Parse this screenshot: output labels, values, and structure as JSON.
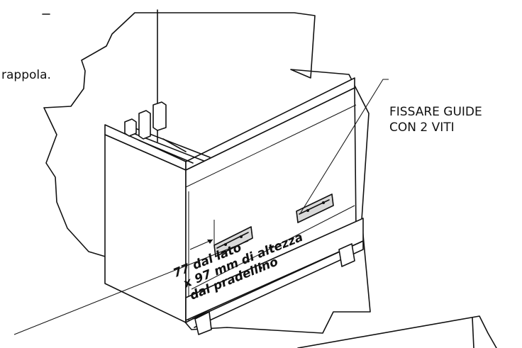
{
  "labels": {
    "top_left_fragment": "rappola.",
    "callout_right": [
      "FISSARE GUIDE",
      "CON 2 VITI"
    ],
    "dimension_note": [
      "77 dal lato",
      "x 97 mm di altezza",
      "dal pradellino"
    ]
  }
}
